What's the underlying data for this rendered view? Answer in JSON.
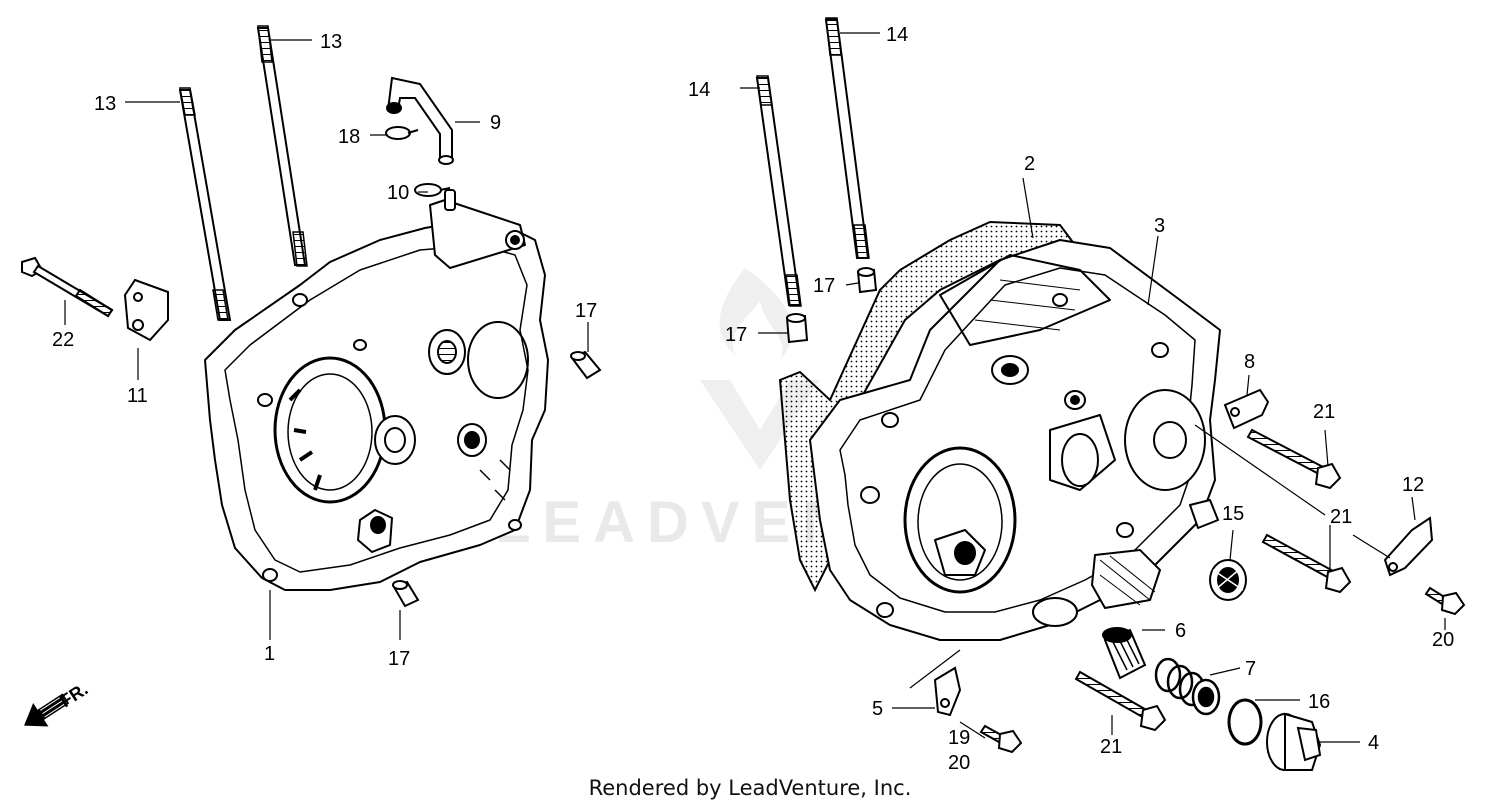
{
  "watermark": {
    "text": "LEADVENTURE"
  },
  "footer": {
    "text": "Rendered by LeadVenture, Inc."
  },
  "direction": {
    "label": "FR."
  },
  "callouts": {
    "c1": "1",
    "c2": "2",
    "c3": "3",
    "c4": "4",
    "c5": "5",
    "c6": "6",
    "c7": "7",
    "c8": "8",
    "c9": "9",
    "c10": "10",
    "c11": "11",
    "c12": "12",
    "c13a": "13",
    "c13b": "13",
    "c14a": "14",
    "c14b": "14",
    "c15": "15",
    "c16": "16",
    "c17a": "17",
    "c17b": "17",
    "c17c": "17",
    "c17d": "17",
    "c18": "18",
    "c19": "19",
    "c20a": "20",
    "c20b": "20",
    "c21a": "21",
    "c21b": "21",
    "c21c": "21",
    "c22": "22"
  }
}
